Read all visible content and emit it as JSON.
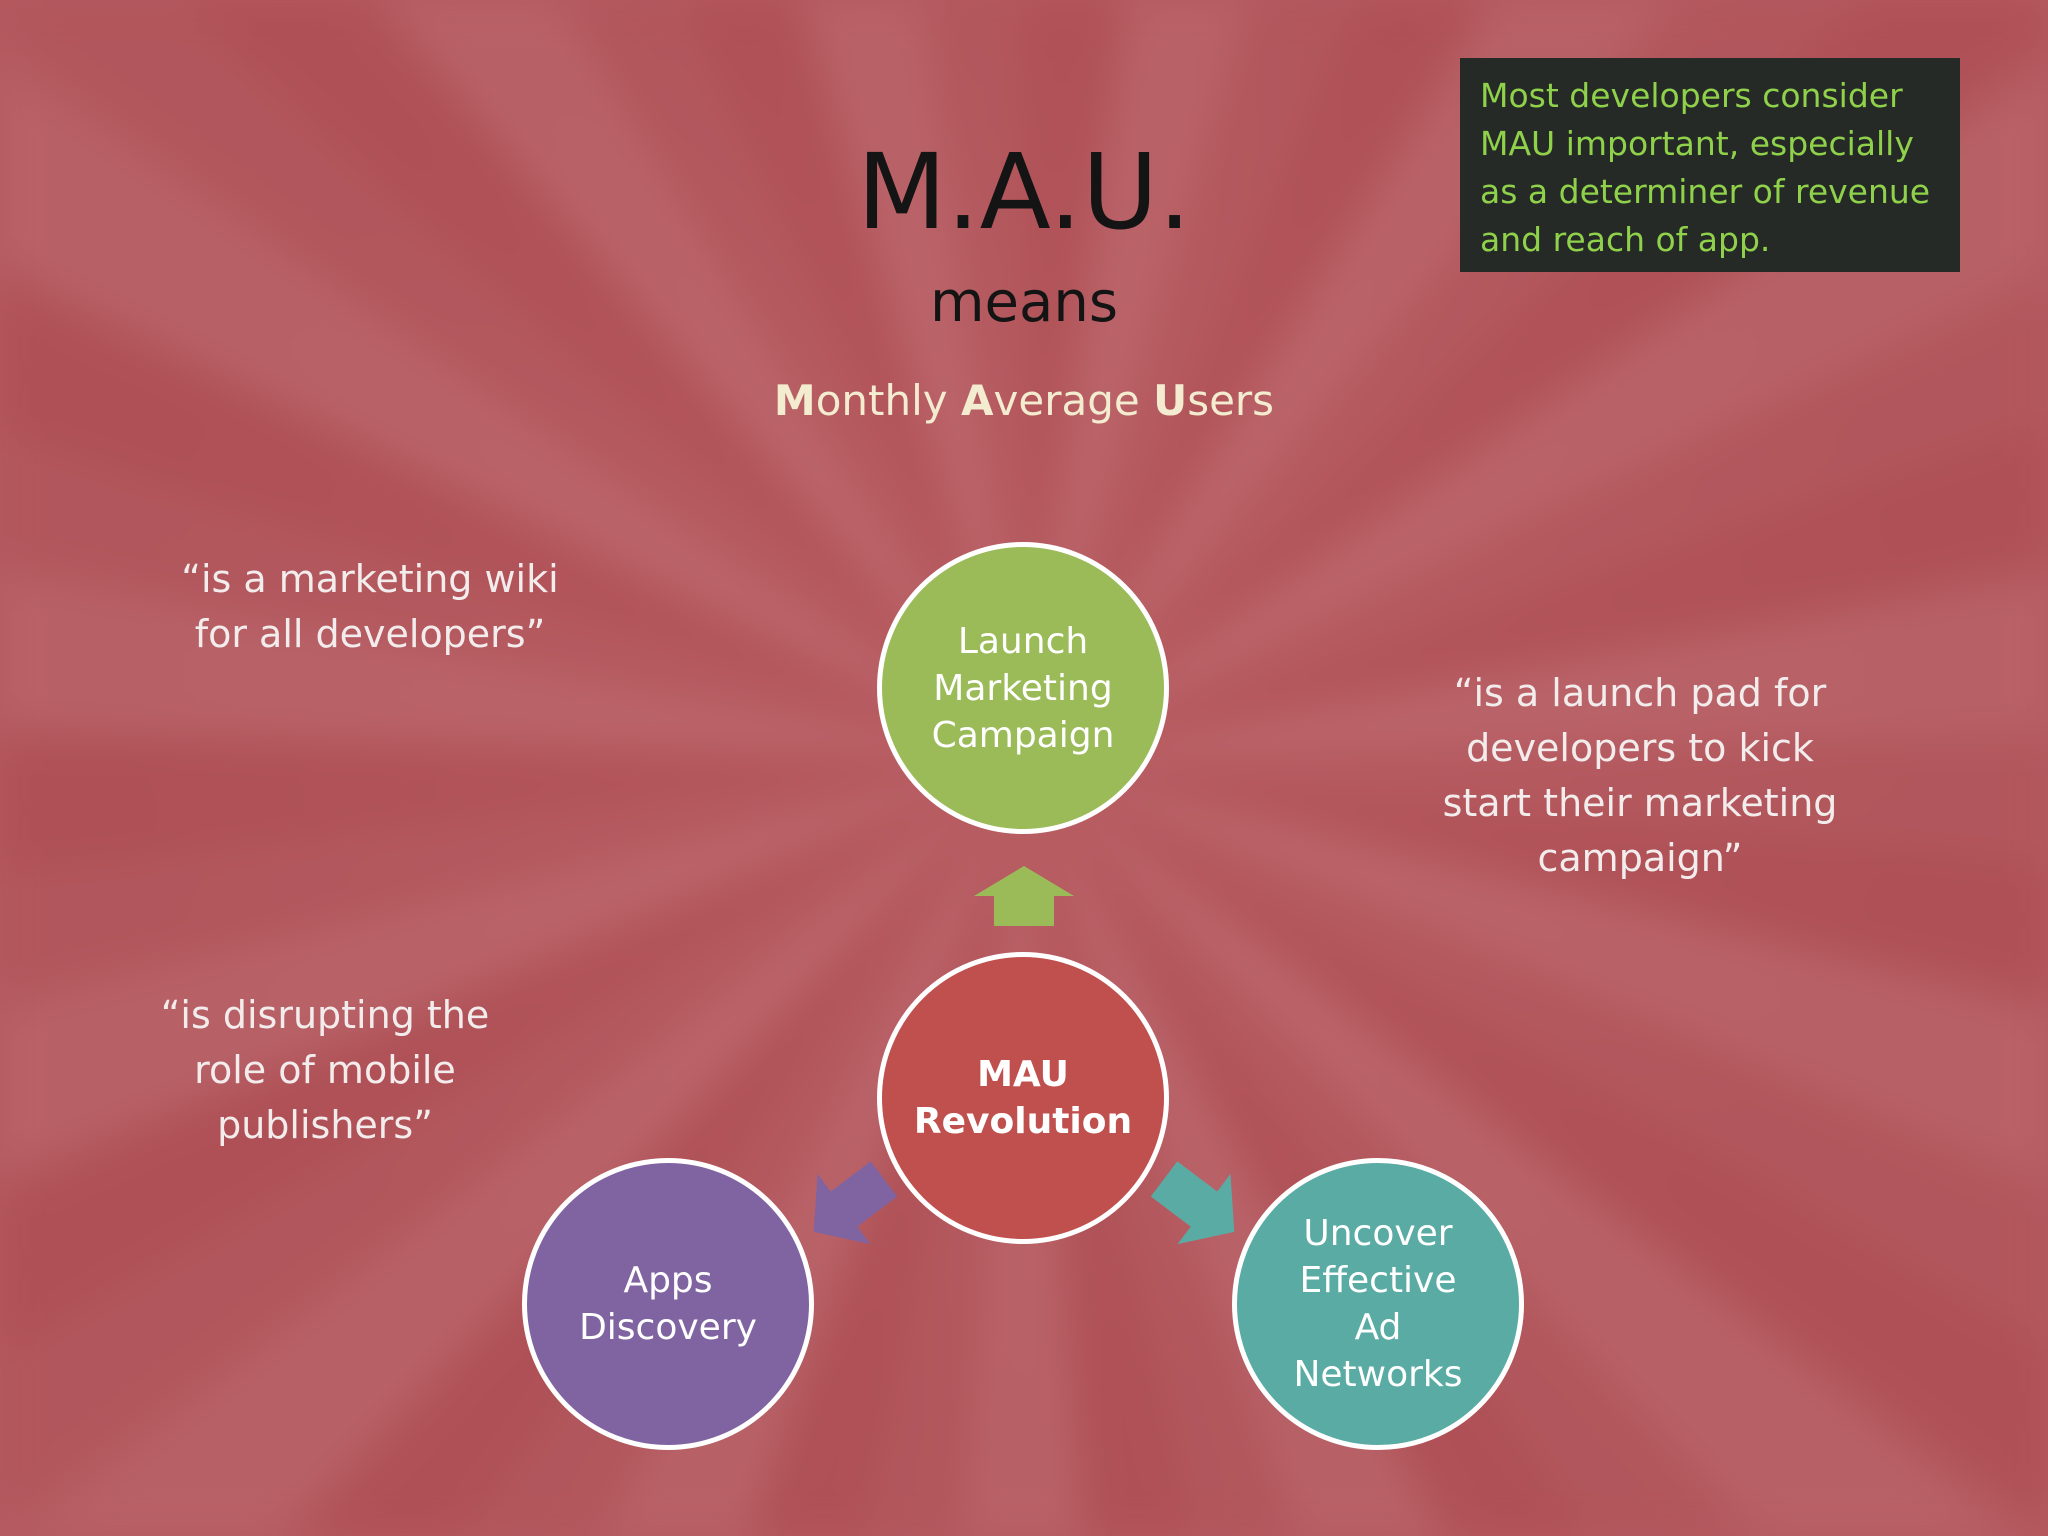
{
  "title": "M.A.U.",
  "subtitle": "means",
  "expansion": {
    "part1_bold": "M",
    "part1_rest": "onthly ",
    "part2_bold": "A",
    "part2_rest": "verage ",
    "part3_bold": "U",
    "part3_rest": "sers"
  },
  "note": {
    "text": "Most developers consider MAU important, especially as a determiner of revenue and reach of app."
  },
  "quotes": {
    "wiki": "“is a marketing wiki\nfor all developers”",
    "launch_pad": "“is a launch pad for\ndevelopers to kick\nstart their marketing\ncampaign”",
    "disrupting": "“is disrupting the\nrole of mobile\npublishers”"
  },
  "diagram": {
    "center": "MAU\nRevolution",
    "top": "Launch\nMarketing\nCampaign",
    "left": "Apps\nDiscovery",
    "right": "Uncover\nEffective\nAd\nNetworks"
  },
  "colors": {
    "top": "#9bbb59",
    "center": "#c0504d",
    "left": "#8064a2",
    "right": "#5aaba4",
    "note_text": "#8fd14a"
  }
}
